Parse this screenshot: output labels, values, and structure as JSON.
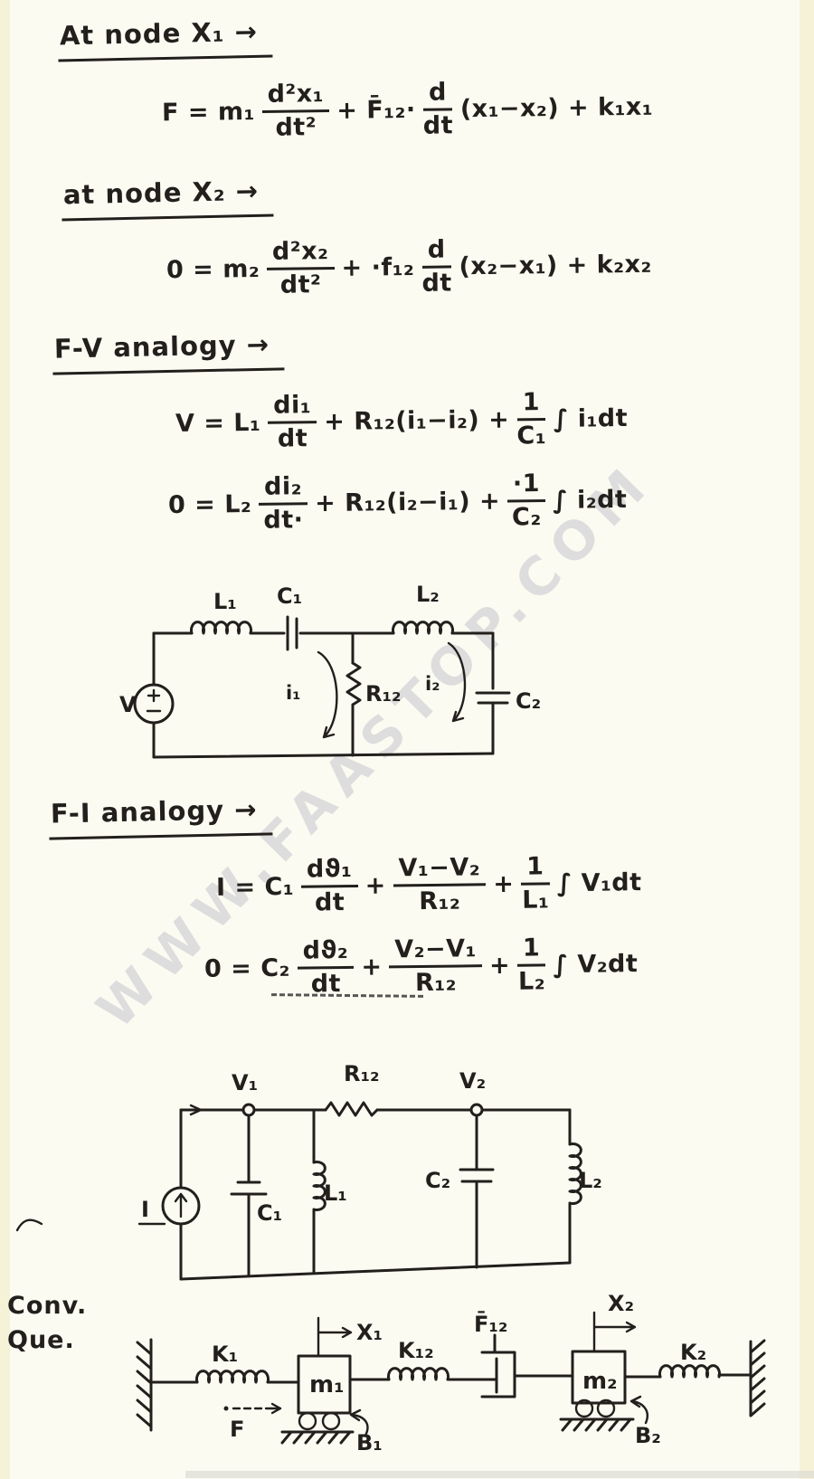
{
  "colors": {
    "paper": "#fcfbf2",
    "ink": "#221f1c",
    "watermark_gray": "#9898ad",
    "edge_tint": "#f4efcf",
    "bottom_bar": "#d9d9d3"
  },
  "watermark": "WWW.FAASTOP.COM",
  "sections": {
    "node1_heading": "At node X₁ →",
    "node2_heading": "at node X₂ →",
    "fv_heading": "F-V analogy →",
    "fi_heading": "F-I analogy →",
    "conv_line1": "Conv.",
    "conv_line2": "Que."
  },
  "equations": {
    "node1": {
      "pre": "F = m₁",
      "f1n": "d²x₁",
      "f1d": "dt²",
      "mid1": "+ F̄₁₂·",
      "f2n": "d",
      "f2d": "dt",
      "post": "(x₁−x₂) + k₁x₁"
    },
    "node2": {
      "pre": "0 = m₂",
      "f1n": "d²x₂",
      "f1d": "dt²",
      "mid1": "+ ·f₁₂",
      "f2n": "d",
      "f2d": "dt",
      "post": "(x₂−x₁) + k₂x₂"
    },
    "fv1": {
      "pre": "V = L₁",
      "f1n": "di₁",
      "f1d": "dt",
      "mid1": "+ R₁₂(i₁−i₂) +",
      "f2n": "1",
      "f2d": "C₁",
      "post": "∫ i₁dt"
    },
    "fv2": {
      "pre": "0 = L₂",
      "f1n": "di₂",
      "f1d": "dt·",
      "mid1": "+ R₁₂(i₂−i₁) +",
      "f2n": "·1",
      "f2d": "C₂",
      "post": "∫ i₂dt"
    },
    "fi1": {
      "pre": "I = C₁",
      "f1n": "dϑ₁",
      "f1d": "dt",
      "mid1": "+",
      "f2n": "V₁−V₂",
      "f2d": "R₁₂",
      "mid2": "+",
      "f3n": "1",
      "f3d": "L₁",
      "post": "∫ V₁dt"
    },
    "fi2": {
      "pre": "0 = C₂",
      "f1n": "dϑ₂",
      "f1d": "dt",
      "mid1": "+",
      "f2n": "V₂−V₁",
      "f2d": "R₁₂",
      "mid2": "+",
      "f3n": "1",
      "f3d": "L₂",
      "post": "∫ V₂dt"
    }
  },
  "circuit_fv": {
    "labels": {
      "source": "V",
      "l1": "L₁",
      "c1": "C₁",
      "r12": "R₁₂",
      "l2": "L₂",
      "c2": "C₂",
      "i1": "i₁",
      "i2": "i₂"
    }
  },
  "circuit_fi": {
    "labels": {
      "source": "I",
      "v1": "V₁",
      "r12": "R₁₂",
      "v2": "V₂",
      "c1": "C₁",
      "l1": "L₁",
      "c2": "C₂",
      "l2": "L₂"
    }
  },
  "mechanical": {
    "labels": {
      "k1": "K₁",
      "x1": "X₁",
      "k12": "K₁₂",
      "f12": "F̄₁₂",
      "x2": "X₂",
      "m1": "m₁",
      "m2": "m₂",
      "k2": "K₂",
      "f": "F",
      "b1": "B₁",
      "b2": "B₂"
    }
  }
}
